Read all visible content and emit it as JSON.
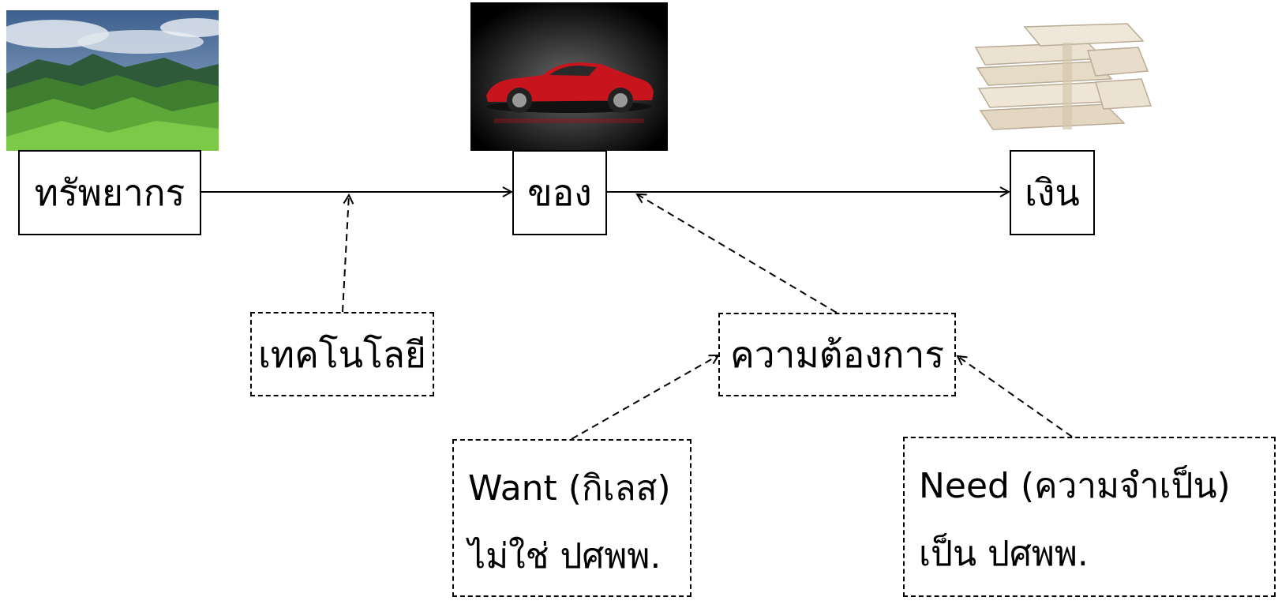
{
  "nodes": {
    "resources": "ทรัพยากร",
    "goods": "ของ",
    "money": "เงิน",
    "technology": "เทคโนโลยี",
    "demand": "ความต้องการ",
    "want": {
      "line1": "Want (กิเลส)",
      "line2": "ไม่ใช่ ปศพพ."
    },
    "need": {
      "line1": "Need (ความจำเป็น)",
      "line2": "เป็น ปศพพ."
    }
  },
  "images": {
    "resources": "mountain-landscape",
    "goods": "red-sports-car",
    "money": "banknote-stacks"
  }
}
